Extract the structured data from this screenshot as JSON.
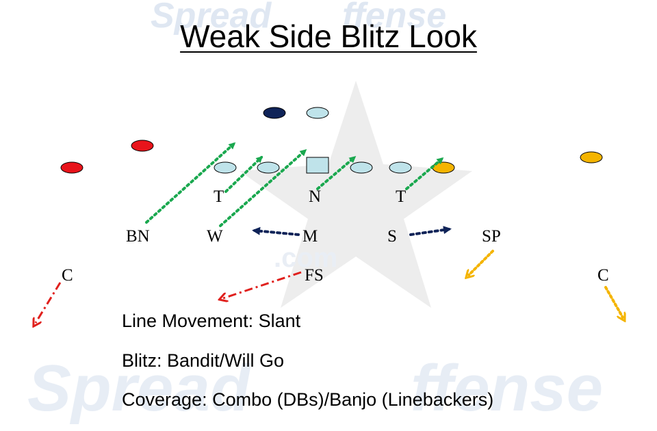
{
  "title": "Weak Side Blitz Look",
  "watermark_lines": [
    "Spread",
    "ffense",
    "Spread",
    "ffense",
    ".com"
  ],
  "colors": {
    "red": "#e8141b",
    "navy": "#0f2358",
    "lightblue": "#bfe3ea",
    "gold": "#f4b400",
    "green": "#1aa84f",
    "arrow_red": "#e0201d",
    "arrow_navy": "#0f2358",
    "arrow_gold": "#f4b400"
  },
  "positions": {
    "BN": "BN",
    "W": "W",
    "M": "M",
    "S": "S",
    "SP": "SP",
    "T_left": "T",
    "N": "N",
    "T_right": "T",
    "FS": "FS",
    "C_left": "C",
    "C_right": "C"
  },
  "notes": {
    "line_movement": "Line Movement: Slant",
    "blitz": "Blitz: Bandit/Will Go",
    "coverage": "Coverage: Combo (DBs)/Banjo (Linebackers)"
  }
}
